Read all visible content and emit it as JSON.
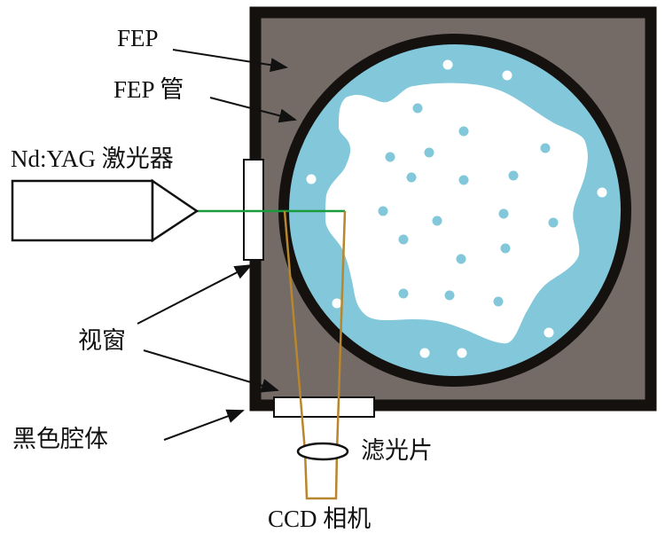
{
  "labels": {
    "fep": "FEP",
    "fep_tube": "FEP 管",
    "laser": "Nd:YAG 激光器",
    "window": "视窗",
    "black_cavity": "黑色腔体",
    "filter": "滤光片",
    "ccd_camera": "CCD 相机"
  },
  "colors": {
    "cavity_fill": "#746a66",
    "cavity_border": "#14110f",
    "liquid": "#82c8da",
    "laser_beam": "#1a9a3c",
    "optical_path": "#b8862c"
  }
}
